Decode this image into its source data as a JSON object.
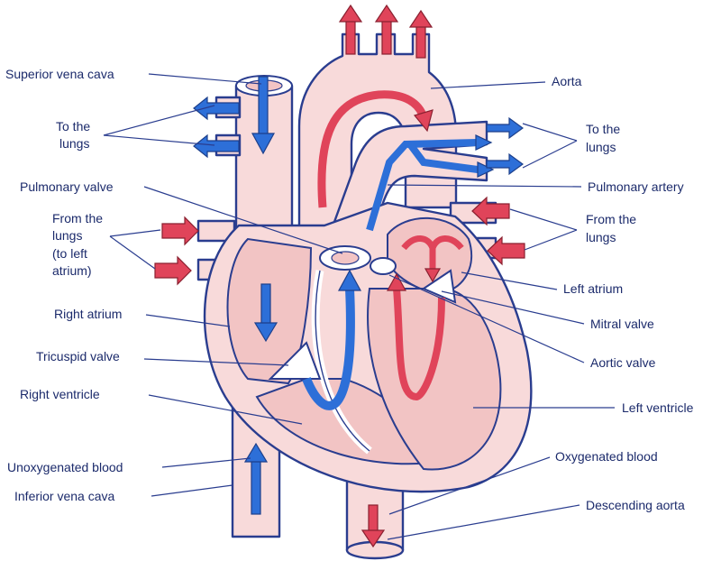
{
  "colors": {
    "outline": "#2a3d8f",
    "tissue": "#f8dada",
    "chamber": "#f2c4c4",
    "unoxygenated_blood": "#2d6fd8",
    "oxygenated_blood": "#e0445a",
    "label_text": "#1b2a6b"
  },
  "labels": {
    "superior_vena_cava": "Superior vena cava",
    "to_lungs_left_l1": "To the",
    "to_lungs_left_l2": "lungs",
    "pulmonary_valve": "Pulmonary valve",
    "from_lungs_left_l1": "From the",
    "from_lungs_left_l2": "lungs",
    "from_lungs_left_l3": "(to left",
    "from_lungs_left_l4": "atrium)",
    "right_atrium": "Right atrium",
    "tricuspid_valve": "Tricuspid valve",
    "right_ventricle": "Right ventricle",
    "unoxygenated_blood": "Unoxygenated blood",
    "inferior_vena_cava": "Inferior vena cava",
    "aorta": "Aorta",
    "to_lungs_right_l1": "To the",
    "to_lungs_right_l2": "lungs",
    "pulmonary_artery": "Pulmonary artery",
    "from_lungs_right_l1": "From the",
    "from_lungs_right_l2": "lungs",
    "left_atrium": "Left atrium",
    "mitral_valve": "Mitral valve",
    "aortic_valve": "Aortic valve",
    "left_ventricle": "Left ventricle",
    "oxygenated_blood": "Oxygenated blood",
    "descending_aorta": "Descending aorta"
  }
}
